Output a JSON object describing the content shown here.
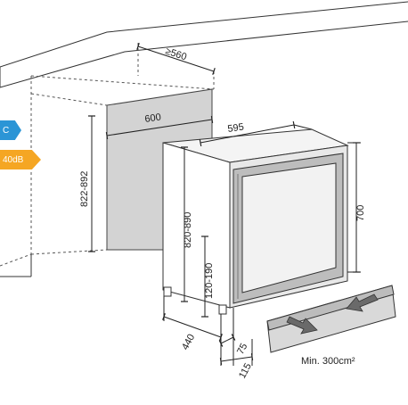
{
  "badges": {
    "energy_class": "C",
    "noise_level": "40dB",
    "energy_color": "#2b95d6",
    "noise_color": "#f5a623"
  },
  "dimensions": {
    "niche_depth": "≥560",
    "niche_width": "600",
    "niche_height": "822-892",
    "appliance_width": "595",
    "appliance_height": "820-890",
    "door_height": "700",
    "plinth_height": "120-190",
    "depth_to_feet": "440",
    "plinth_offset": "75",
    "front_offset": "115"
  },
  "ventilation": {
    "label": "Min. 300cm²"
  }
}
